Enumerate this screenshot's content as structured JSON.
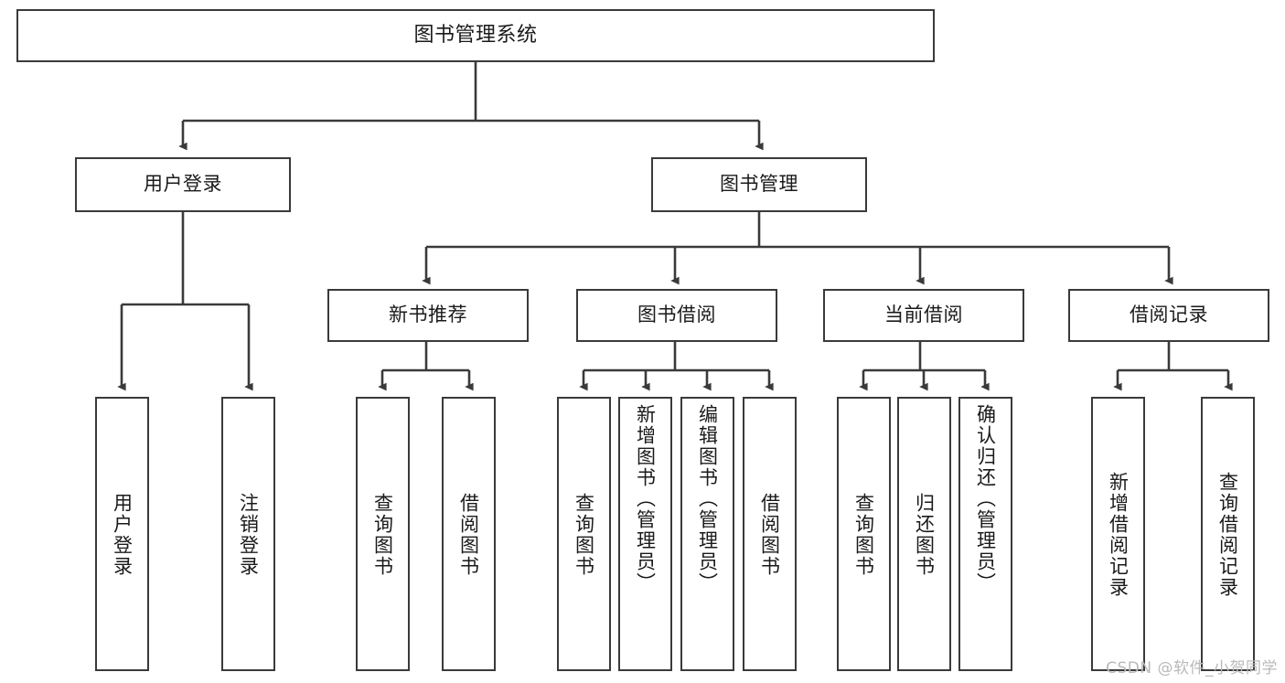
{
  "diagram": {
    "title": "图书管理系统",
    "type": "tree-hierarchy-chart",
    "watermark": "CSDN @软件_小贺同学",
    "colors": {
      "background": "#ffffff",
      "box_border": "#3a3a3a",
      "edge": "#3a3a3a",
      "text": "#1a1a1a",
      "watermark": "#b9b9b9"
    },
    "nodes": {
      "root": {
        "label": "图书管理系统"
      },
      "level1": [
        {
          "label": "用户登录"
        },
        {
          "label": "图书管理"
        }
      ],
      "level2": [
        {
          "label": "新书推荐"
        },
        {
          "label": "图书借阅"
        },
        {
          "label": "当前借阅"
        },
        {
          "label": "借阅记录"
        }
      ],
      "leaves": {
        "user_login": [
          {
            "label": "用户登录"
          },
          {
            "label": "注销登录"
          }
        ],
        "new_book_recommend": [
          {
            "label": "查询图书"
          },
          {
            "label": "借阅图书"
          }
        ],
        "book_borrow": [
          {
            "label": "查询图书"
          },
          {
            "label": "新增图书（管理员）"
          },
          {
            "label": "编辑图书（管理员）"
          },
          {
            "label": "借阅图书"
          }
        ],
        "current_borrow": [
          {
            "label": "查询图书"
          },
          {
            "label": "归还图书"
          },
          {
            "label": "确认归还（管理员）"
          }
        ],
        "borrow_record": [
          {
            "label": "新增借阅记录"
          },
          {
            "label": "查询借阅记录"
          }
        ]
      }
    }
  }
}
